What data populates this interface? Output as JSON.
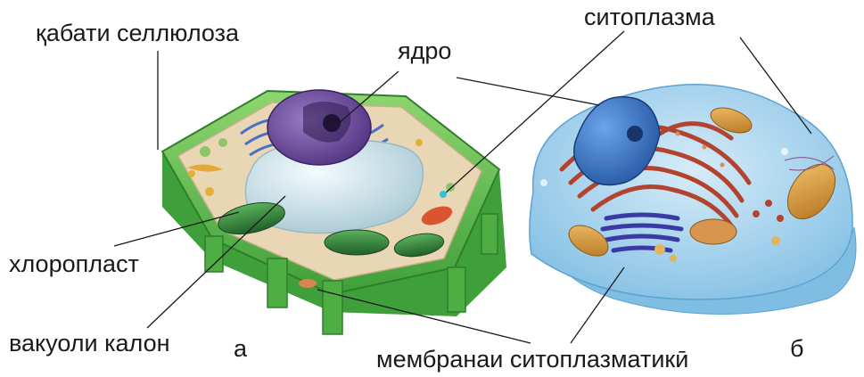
{
  "labels": {
    "cell_wall": "қабати селлюлоза",
    "nucleus": "ядро",
    "cytoplasm": "ситоплазма",
    "chloroplast": "хлоропласт",
    "vacuole": "вакуоли калон",
    "membrane": "мембранаи ситоплазматикӣ",
    "plant_letter": "а",
    "animal_letter": "б"
  },
  "colors": {
    "cell_wall": "#57b847",
    "wall_light": "#a8dd88",
    "plant_cytoplasm": "#e9d6b5",
    "vacuole": "#cfe3ea",
    "plant_nucleus": "#6c4a9b",
    "chloroplast": "#2f7f3a",
    "animal_cytoplasm": "#a9d4ee",
    "animal_nucleus": "#2f6fc4",
    "er": "#b2432f",
    "mitochondria": "#d79a3a",
    "golgi": "#3a3aa6",
    "leader_line": "#1a1a1a"
  }
}
